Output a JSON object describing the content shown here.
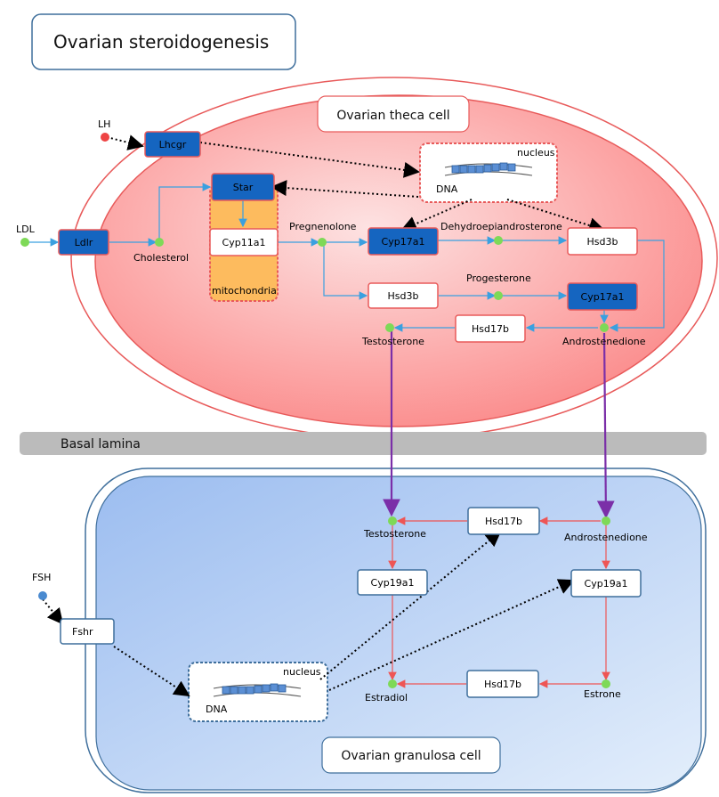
{
  "title": "Ovarian steroidogenesis",
  "theca": {
    "cell_label": "Ovarian theca cell",
    "nucleus_label": "nucleus",
    "dna_label": "DNA",
    "mito_label": "mitochondria",
    "ligand_lh": "LH",
    "ligand_ldl": "LDL",
    "genes": {
      "lhcgr": "Lhcgr",
      "ldlr": "Ldlr",
      "star": "Star",
      "cyp11a1": "Cyp11a1",
      "cyp17a1_top": "Cyp17a1",
      "hsd3b_right": "Hsd3b",
      "hsd3b_mid": "Hsd3b",
      "cyp17a1_mid": "Cyp17a1",
      "hsd17b": "Hsd17b"
    },
    "metabolites": {
      "cholesterol": "Cholesterol",
      "pregnenolone": "Pregnenolone",
      "dhea": "Dehydroepiandrosterone",
      "progesterone": "Progesterone",
      "androstenedione": "Androstenedione",
      "testosterone": "Testosterone"
    }
  },
  "basal_lamina": "Basal lamina",
  "granulosa": {
    "cell_label": "Ovarian granulosa cell",
    "nucleus_label": "nucleus",
    "dna_label": "DNA",
    "ligand_fsh": "FSH",
    "genes": {
      "fshr": "Fshr",
      "hsd17b_top": "Hsd17b",
      "cyp19a1_left": "Cyp19a1",
      "cyp19a1_right": "Cyp19a1",
      "hsd17b_bottom": "Hsd17b"
    },
    "metabolites": {
      "testosterone": "Testosterone",
      "androstenedione": "Androstenedione",
      "estradiol": "Estradiol",
      "estrone": "Estrone"
    }
  },
  "colors": {
    "theca_fill": "#fb8e8e",
    "theca_border": "#e85a5a",
    "granulosa_fill": "#a9c6f2",
    "granulosa_border": "#3f6f9c",
    "gene_blue": "#1565c0",
    "metabolite_green": "#7ed957",
    "arrow_blue": "#3aa0e0",
    "arrow_red": "#ee5555",
    "transport_purple": "#7b2fa8",
    "mito_fill": "#fdbb5e"
  }
}
